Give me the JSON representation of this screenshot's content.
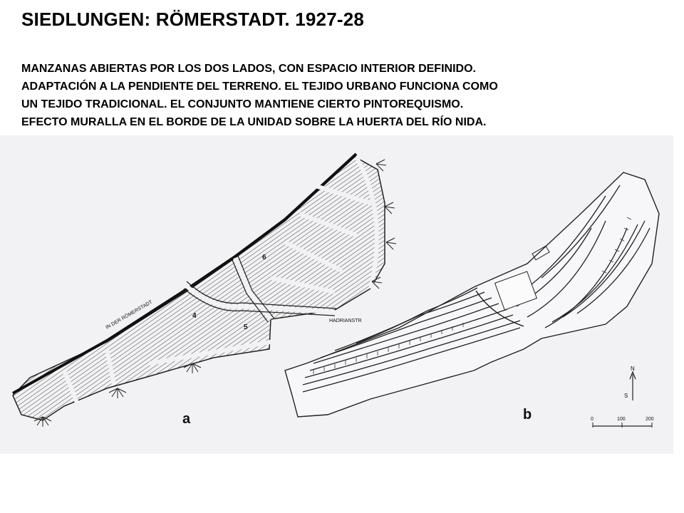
{
  "slide": {
    "title": "SIEDLUNGEN: RÖMERSTADT. 1927-28",
    "description_lines": [
      "MANZANAS ABIERTAS POR LOS DOS LADOS, CON ESPACIO INTERIOR DEFINIDO.",
      "ADAPTACIÓN A LA PENDIENTE DEL TERRENO. EL TEJIDO URBANO FUNCIONA COMO",
      "UN TEJIDO TRADICIONAL. EL CONJUNTO MANTIENE CIERTO PINTOREQUISMO.",
      "EFECTO MURALLA EN EL BORDE DE LA UNIDAD SOBRE LA HUERTA DEL RÍO NIDA."
    ]
  },
  "figure": {
    "plan_a": {
      "panel_label": "a",
      "street_labels": [
        "IN DER RÖMERSTADT",
        "HADRIANSTR"
      ],
      "block_numbers": [
        "6",
        "4",
        "5"
      ]
    },
    "plan_b": {
      "panel_label": "b"
    },
    "north_arrow": {
      "north": "N",
      "south": "S"
    },
    "scale_bar": {
      "ticks": [
        "0",
        "100",
        "200"
      ]
    },
    "colors": {
      "ink": "#1a1a1a",
      "paper": "#f2f2f4"
    }
  }
}
